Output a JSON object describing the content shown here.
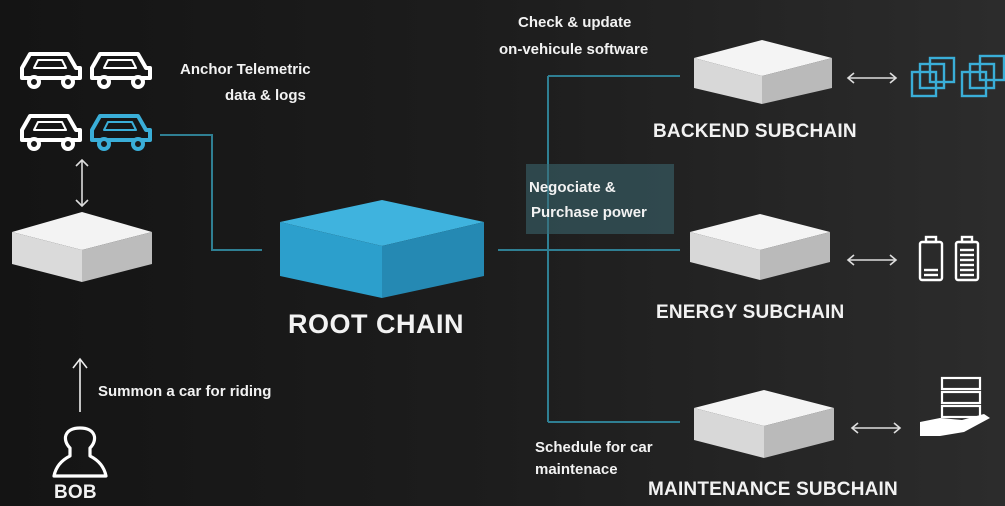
{
  "labels": {
    "anchor_line1": "Anchor Telemetric",
    "anchor_line2": "data & logs",
    "check_line1": "Check & update",
    "check_line2": "on-vehicule software",
    "negociate_line1": "Negociate &",
    "negociate_line2": "Purchase power",
    "summon": "Summon a car for riding",
    "schedule_line1": "Schedule for car",
    "schedule_line2": "maintenace",
    "root_chain": "ROOT CHAIN",
    "backend": "BACKEND SUBCHAIN",
    "energy": "ENERGY SUBCHAIN",
    "maintenance": "MAINTENANCE SUBCHAIN",
    "user": "BOB"
  },
  "colors": {
    "accent": "#3aaed8",
    "line": "#2f7f93",
    "block_top": "#f4f4f4",
    "block_front": "#d6d6d6",
    "block_side": "#b9b9b9"
  },
  "icons": [
    "car-icon",
    "block-icon",
    "user-icon",
    "arrow-up-icon",
    "double-arrow-icon",
    "cubes-icon",
    "battery-icon",
    "server-hand-icon"
  ]
}
